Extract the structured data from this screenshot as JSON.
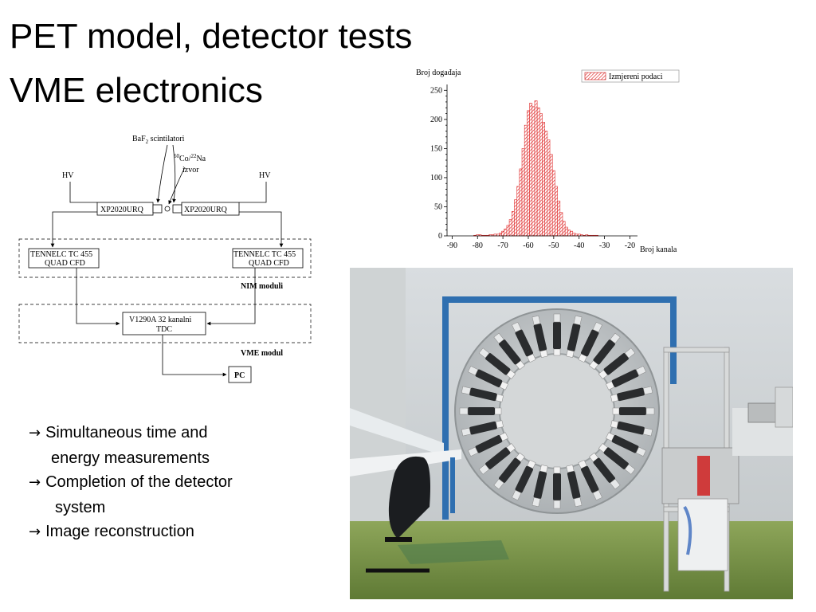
{
  "slide": {
    "title_line1": "PET model, detector tests",
    "title_line2": "VME electronics",
    "bullets": [
      {
        "line1": "Simultaneous  time  and",
        "line2": "energy  measurements"
      },
      {
        "line1": "Completion of the detector",
        "line2": "system"
      },
      {
        "line1": "Image reconstruction",
        "line2": ""
      }
    ],
    "arrow_symbol": "→"
  },
  "diagram": {
    "scintillator_label": "BaF",
    "scintillator_sub": "2",
    "scintillator_rest": " scintilatori",
    "source_sup1": "60",
    "source_co": "Co/",
    "source_sup2": "22",
    "source_na": "Na",
    "source_izvor": "izvor",
    "hv_left": "HV",
    "hv_right": "HV",
    "pmt_left": "XP2020URQ",
    "pmt_right": "XP2020URQ",
    "cfd_left_line1": "TENNELC TC 455",
    "cfd_left_line2": "QUAD CFD",
    "cfd_right_line1": "TENNELC TC 455",
    "cfd_right_line2": "QUAD CFD",
    "nim_label": "NIM moduli",
    "tdc_line1": "V1290A 32 kanalni",
    "tdc_line2": "TDC",
    "vme_label": "VME modul",
    "pc_label": "PC"
  },
  "chart_data": {
    "type": "bar",
    "ylabel": "Broj događaja",
    "xlabel": "Broj kanala",
    "legend": "Izmjereni podaci",
    "legend_position": "top-right",
    "xlim": [
      -92,
      -17
    ],
    "ylim": [
      0,
      260
    ],
    "xticks": [
      -90,
      -80,
      -70,
      -60,
      -50,
      -40,
      -30,
      -20
    ],
    "yticks": [
      0,
      50,
      100,
      150,
      200,
      250
    ],
    "bar_color": "#e03030",
    "bin_width": 1,
    "x": [
      -81,
      -80,
      -79,
      -78,
      -77,
      -76,
      -75,
      -74,
      -73,
      -72,
      -71,
      -70,
      -69,
      -68,
      -67,
      -66,
      -65,
      -64,
      -63,
      -62,
      -61,
      -60,
      -59,
      -58,
      -57,
      -56,
      -55,
      -54,
      -53,
      -52,
      -51,
      -50,
      -49,
      -48,
      -47,
      -46,
      -45,
      -44,
      -43,
      -42,
      -41,
      -40,
      -39,
      -38,
      -37,
      -36,
      -35,
      -34,
      -33
    ],
    "values": [
      1,
      2,
      2,
      1,
      1,
      1,
      2,
      2,
      3,
      3,
      5,
      8,
      12,
      18,
      28,
      42,
      62,
      85,
      115,
      150,
      190,
      215,
      228,
      222,
      232,
      220,
      210,
      195,
      180,
      165,
      140,
      112,
      85,
      60,
      40,
      25,
      15,
      10,
      8,
      5,
      3,
      3,
      2,
      1,
      2,
      1,
      1,
      1,
      1
    ]
  },
  "photo": {
    "description_icon": "pet-ring-photo"
  }
}
